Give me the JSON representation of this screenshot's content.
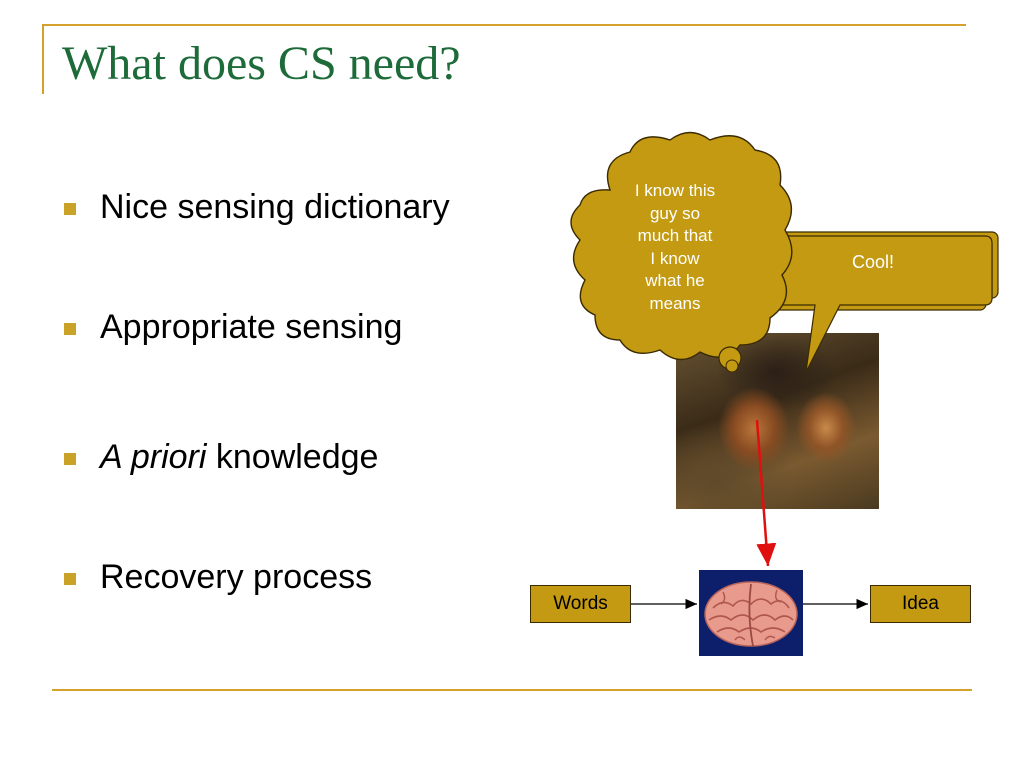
{
  "slide": {
    "title": "What does CS need?",
    "bullets": [
      {
        "text": "Nice sensing dictionary"
      },
      {
        "text": "Appropriate sensing"
      },
      {
        "italic": "A priori",
        "text": " knowledge"
      },
      {
        "text": "Recovery process"
      }
    ]
  },
  "callouts": {
    "thought_lines": [
      "I know this",
      "guy so",
      "much that",
      "I know",
      "what he",
      "means"
    ],
    "speech": "Cool!"
  },
  "diagram": {
    "input_label": "Words",
    "output_label": "Idea"
  },
  "colors": {
    "title": "#1e6b3a",
    "accent_line": "#d4a12a",
    "bullet_square": "#c9a227",
    "callout_fill": "#c39a12",
    "brain_background": "#0d1f6b",
    "pointer_arrow": "#e01010"
  }
}
